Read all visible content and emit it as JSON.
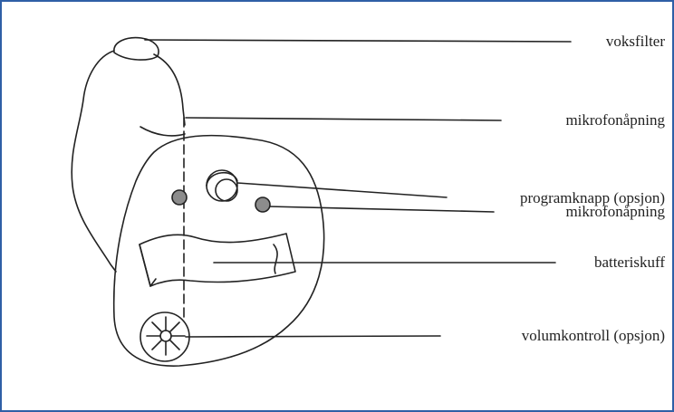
{
  "colors": {
    "frame_border": "#2f5fa6",
    "line": "#222222",
    "microphone_fill": "#8c8c8c",
    "background": "#ffffff"
  },
  "labels": {
    "wax_filter": "voksfilter",
    "microphone_top": "mikrofonåpning",
    "program_button": "programknapp (opsjon)",
    "microphone_right": "mikrofonåpning",
    "battery_drawer": "batteriskuff",
    "volume_control": "volumkontroll (opsjon)"
  }
}
